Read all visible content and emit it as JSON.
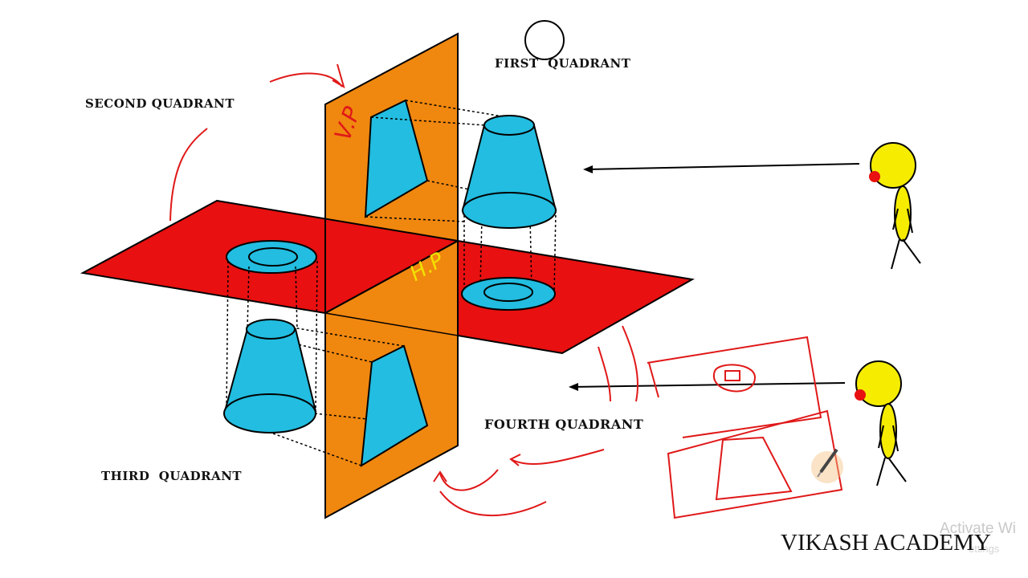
{
  "labels": {
    "first_quadrant": "FIRST  QUADRANT",
    "second_quadrant": "SECOND QUADRANT",
    "third_quadrant": "THIRD  QUADRANT",
    "fourth_quadrant": "FOURTH QUADRANT"
  },
  "plane_labels": {
    "vertical_plane": "V.P",
    "horizontal_plane": "H.P"
  },
  "brand": "VIKASH ACADEMY",
  "watermark": {
    "line1": "Activate Wi",
    "line2": "ettings"
  },
  "colors": {
    "vertical_plane": "#f0870f",
    "horizontal_plane": "#e81010",
    "solid": "#22bde0",
    "annotation": "#e01818",
    "observer_head": "#f5ec00",
    "plane_label": "#f2e000"
  },
  "icons": {
    "observer": "stick-figure-observer-icon",
    "pen": "pen-icon"
  }
}
